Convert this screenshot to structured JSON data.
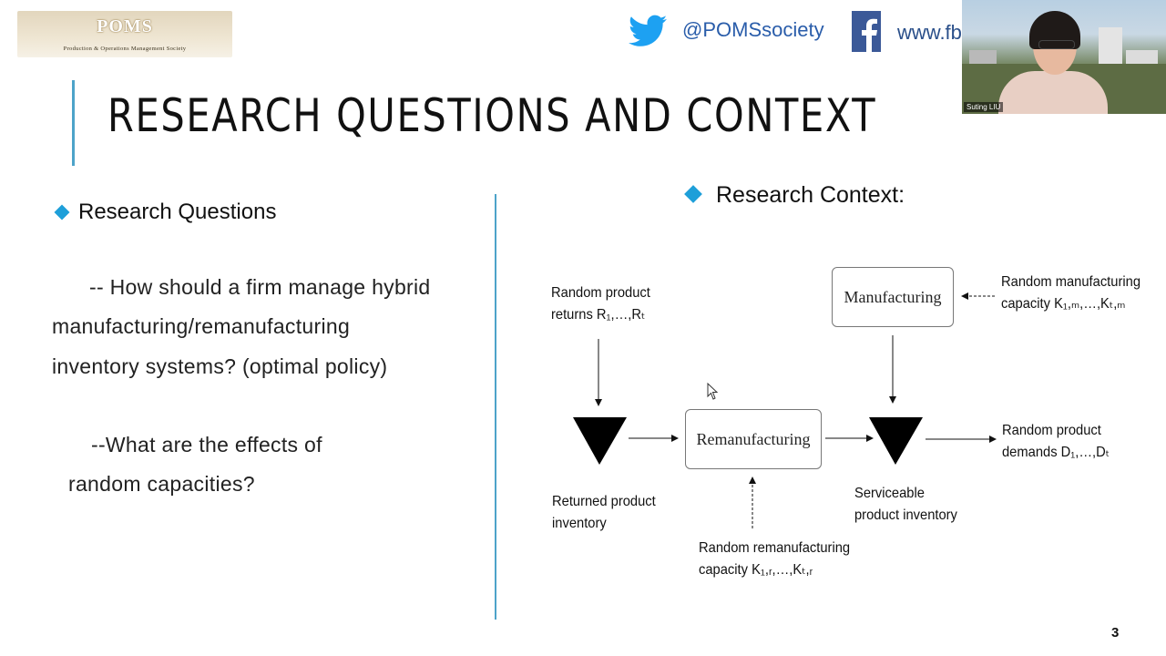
{
  "header": {
    "logo_text": "POMS",
    "logo_subtitle": "Production & Operations Management Society",
    "twitter_handle": "@POMSsociety",
    "website": "www.fb"
  },
  "webcam": {
    "participant_name": "Suting LIU"
  },
  "slide": {
    "title": "RESEARCH QUESTIONS AND CONTEXT",
    "left": {
      "heading": "Research Questions",
      "q1_line1": "-- How should a firm manage hybrid",
      "q1_line2": "manufacturing/remanufacturing",
      "q1_line3": "inventory systems? (optimal policy)",
      "q2_line1": "--What are the effects of",
      "q2_line2": "random capacities?"
    },
    "right": {
      "heading": "Research Context:"
    },
    "diagram": {
      "returns_line1": "Random product",
      "returns_line2": "returns R₁,…,Rₜ",
      "manufacturing_box": "Manufacturing",
      "mfg_capacity_line1": "Random manufacturing",
      "mfg_capacity_line2": "capacity K₁,ₘ,…,Kₜ,ₘ",
      "remanufacturing_box": "Remanufacturing",
      "demands_line1": "Random product",
      "demands_line2": "demands D₁,…,Dₜ",
      "returned_inv_line1": "Returned product",
      "returned_inv_line2": "inventory",
      "serviceable_line1": "Serviceable",
      "serviceable_line2": "product inventory",
      "reman_capacity_line1": "Random remanufacturing",
      "reman_capacity_line2": "capacity K₁,ᵣ,…,Kₜ,ᵣ"
    },
    "page_number": "3"
  },
  "colors": {
    "accent": "#1e9fd9",
    "title_bar": "#4da3c9",
    "twitter": "#1da1f2",
    "facebook": "#3b5998"
  }
}
